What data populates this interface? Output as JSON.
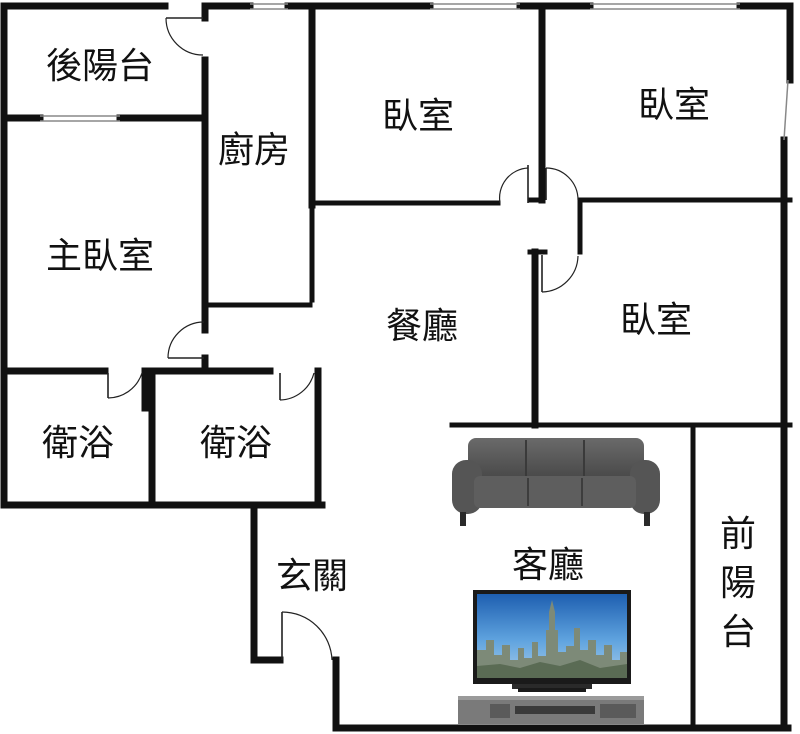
{
  "rooms": {
    "rear_balcony": "後陽台",
    "kitchen": "廚房",
    "bedroom_top_middle": "臥室",
    "bedroom_top_right": "臥室",
    "master_bedroom": "主臥室",
    "dining": "餐廳",
    "bedroom_right": "臥室",
    "bathroom_left": "衛浴",
    "bathroom_right": "衛浴",
    "entrance": "玄關",
    "living": "客廳",
    "front_balcony": [
      "前",
      "陽",
      "台"
    ]
  },
  "colors": {
    "wall": "#111111",
    "sofa": "#5b5b5b",
    "tv_frame": "#1a1a1a",
    "tv_stand": "#777777"
  },
  "icons": {
    "sofa": "sofa-icon",
    "tv": "television-icon",
    "tv_stand": "tv-stand-icon"
  }
}
